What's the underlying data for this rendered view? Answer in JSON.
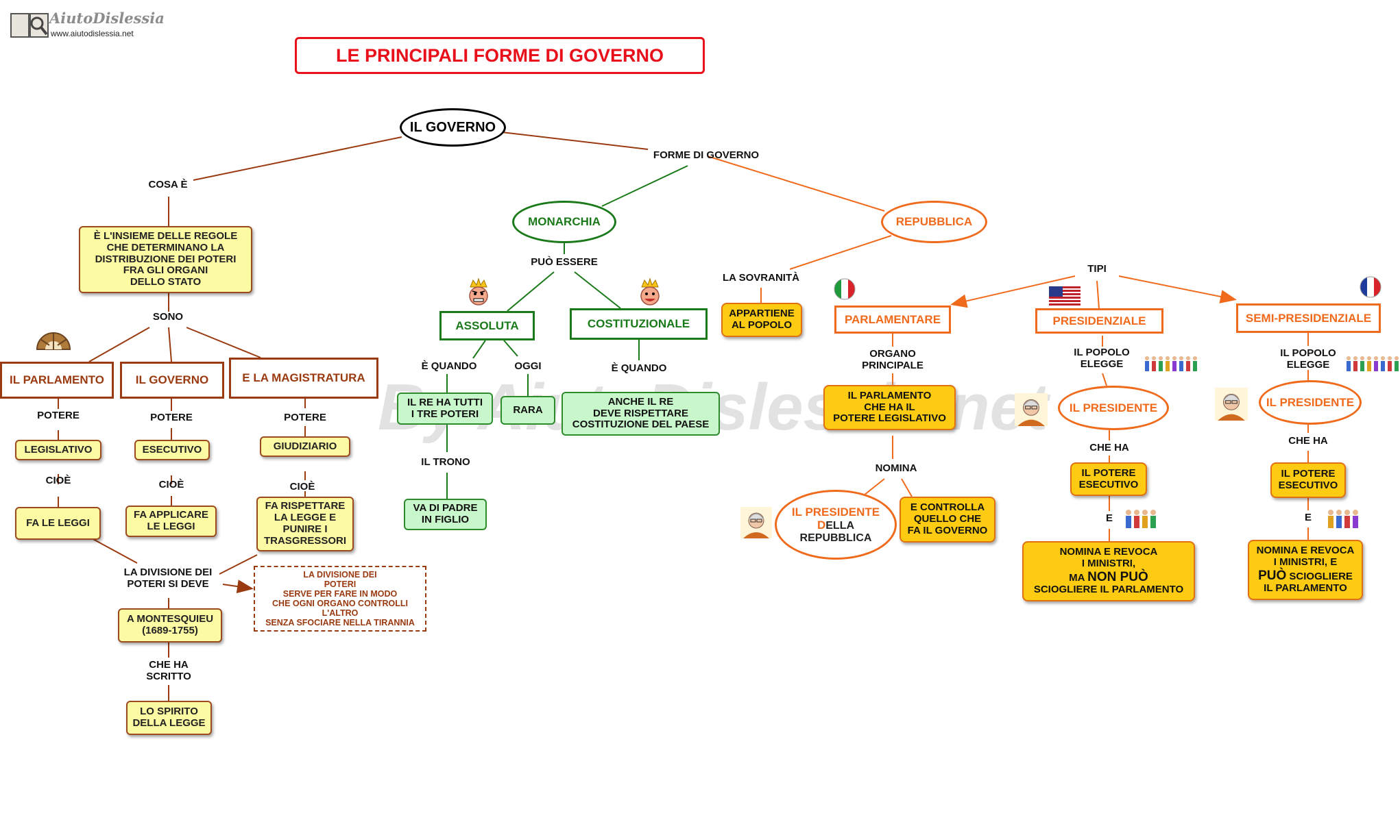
{
  "logo": {
    "name": "AiutoDislessia",
    "url": "www.aiutodislessia.net"
  },
  "title": "LE PRINCIPALI FORME DI GOVERNO",
  "watermark": "By AiutoDislessia.net",
  "nodes": {
    "governo_root": "IL GOVERNO",
    "cosa_e": "COSA È",
    "definizione": "È L'INSIEME DELLE REGOLE\nCHE DETERMINANO LA\nDISTRIBUZIONE DEI POTERI\nFRA GLI ORGANI\nDELLO STATO",
    "sono": "SONO",
    "parlamento": "IL PARLAMENTO",
    "governo": "IL GOVERNO",
    "magistratura": "E LA MAGISTRATURA",
    "potere1": "POTERE",
    "potere2": "POTERE",
    "potere3": "POTERE",
    "legislativo": "LEGISLATIVO",
    "esecutivo": "ESECUTIVO",
    "giudiziario": "GIUDIZIARIO",
    "cioe1": "CIOÈ",
    "cioe2": "CIOÈ",
    "cioe3": "CIOÈ",
    "fa_leggi": "FA LE LEGGI",
    "fa_applicare": "FA APPLICARE\nLE LEGGI",
    "fa_rispettare": "FA RISPETTARE\nLA LEGGE E\nPUNIRE I\nTRASGRESSORI",
    "divisione": "LA DIVISIONE DEI\nPOTERI SI DEVE",
    "nota_divisione": "LA DIVISIONE DEI\nPOTERI\nSERVE PER FARE IN MODO\nCHE OGNI ORGANO CONTROLLI\nL'ALTRO\nSENZA SFOCIARE NELLA TIRANNIA",
    "montesquieu": "A MONTESQUIEU\n(1689-1755)",
    "che_ha_scritto": "CHE HA\nSCRITTO",
    "spirito": "LO SPIRITO\nDELLA LEGGE",
    "forme": "FORME DI GOVERNO",
    "monarchia": "MONARCHIA",
    "puo_essere": "PUÒ ESSERE",
    "assoluta": "ASSOLUTA",
    "costituzionale": "COSTITUZIONALE",
    "e_quando1": "È QUANDO",
    "oggi": "OGGI",
    "re_tutti": "IL RE HA TUTTI\nI TRE POTERI",
    "rara": "RARA",
    "e_quando2": "È QUANDO",
    "re_rispettare": "ANCHE IL RE\nDEVE RISPETTARE\nCOSTITUZIONE DEL PAESE",
    "trono": "IL TRONO",
    "padre_figlio": "VA DI PADRE\nIN FIGLIO",
    "repubblica": "REPUBBLICA",
    "sovranita": "LA SOVRANITÀ",
    "appartiene": "APPARTIENE\nAL POPOLO",
    "tipi": "TIPI",
    "parlamentare": "PARLAMENTARE",
    "presidenziale": "PRESIDENZIALE",
    "semipresidenziale": "SEMI-PRESIDENZIALE",
    "organo": "ORGANO\nPRINCIPALE",
    "parl_legisl": "IL PARLAMENTO\nCHE HA IL\nPOTERE LEGISLATIVO",
    "nomina": "NOMINA",
    "pres_rep_a": "IL PRESIDENTE",
    "pres_rep_b1": "D",
    "pres_rep_b2": "ELLA",
    "pres_rep_c": "REPUBBLICA",
    "controlla": "E CONTROLLA\nQUELLO CHE\nFA IL GOVERNO",
    "popolo_elegge1": "IL POPOLO\nELEGGE",
    "presidente1": "IL PRESIDENTE",
    "che_ha1": "CHE HA",
    "potere_esec1": "IL POTERE\nESECUTIVO",
    "e1": "E",
    "nomina_revoca1_a": "NOMINA E REVOCA\nI MINISTRI,",
    "nomina_revoca1_b": "MA ",
    "nomina_revoca1_c": "NON PUÒ",
    "nomina_revoca1_d": "SCIOGLIERE IL PARLAMENTO",
    "popolo_elegge2": "IL POPOLO\nELEGGE",
    "presidente2": "IL PRESIDENTE",
    "che_ha2": "CHE HA",
    "potere_esec2": "IL  POTERE\nESECUTIVO",
    "e2": "E",
    "nomina_revoca2_a": "NOMINA E REVOCA\nI MINISTRI, E",
    "nomina_revoca2_b": "PUÒ",
    "nomina_revoca2_c": " SCIOGLIERE\nIL PARLAMENTO"
  },
  "colors": {
    "left_branch": "#9a3a10",
    "monarchy": "#1a7a1a",
    "republic": "#f06a1c",
    "yellow_box": "#fdfaa4",
    "orange_box": "#fdcc12",
    "green_box": "#c9f7cc",
    "title_border": "#e8101a"
  },
  "icons": [
    "logo-book-icon",
    "parliament-icon",
    "king-angry-icon",
    "king-smiling-icon",
    "italy-flag-icon",
    "usa-flag-icon",
    "france-flag-icon",
    "president-icon",
    "crowd-icon"
  ]
}
